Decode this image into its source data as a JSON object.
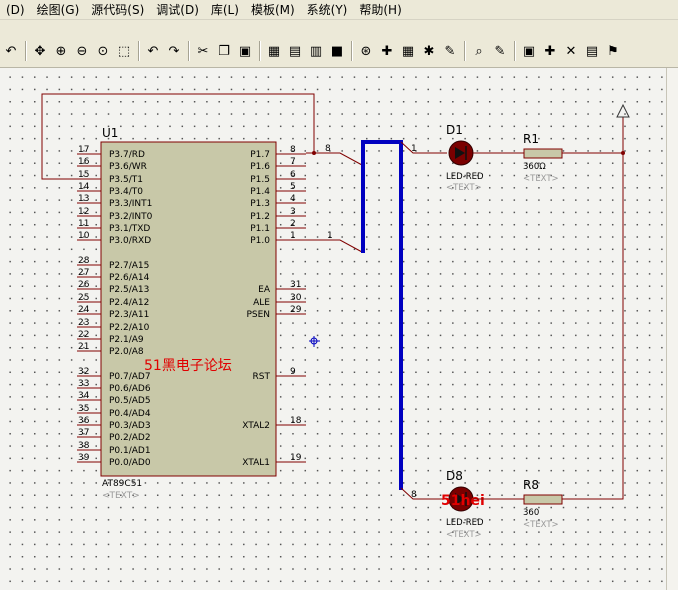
{
  "menu": [
    "(D)",
    "绘图(G)",
    "源代码(S)",
    "调试(D)",
    "库(L)",
    "模板(M)",
    "系统(Y)",
    "帮助(H)"
  ],
  "toolbar_icons": [
    "undo-arrow",
    "move-icon",
    "zoom-in-icon",
    "zoom-out-icon",
    "zoom-all-icon",
    "zoom-area-icon",
    "undo-icon",
    "redo-icon",
    "cut-icon",
    "copy-icon",
    "paste-icon",
    "block-copy-icon",
    "block-move-icon",
    "block-rotate-icon",
    "block-delete-icon",
    "pick-device-icon",
    "make-device-icon",
    "package-icon",
    "decompose-icon",
    "wire-autorouter-icon",
    "search-tag-icon",
    "property-assign-icon",
    "new-sheet-icon",
    "remove-sheet-icon",
    "bill-of-materials-icon",
    "netlist-icon",
    "design-rule-icon"
  ],
  "chip": {
    "ref": "U1",
    "part": "AT89C51",
    "text": "<TEXT>",
    "left_pins": [
      {
        "num": "17",
        "name": "P3.7/RD"
      },
      {
        "num": "16",
        "name": "P3.6/WR"
      },
      {
        "num": "15",
        "name": "P3.5/T1"
      },
      {
        "num": "14",
        "name": "P3.4/T0"
      },
      {
        "num": "13",
        "name": "P3.3/INT1"
      },
      {
        "num": "12",
        "name": "P3.2/INT0"
      },
      {
        "num": "11",
        "name": "P3.1/TXD"
      },
      {
        "num": "10",
        "name": "P3.0/RXD"
      },
      {
        "num": "28",
        "name": "P2.7/A15"
      },
      {
        "num": "27",
        "name": "P2.6/A14"
      },
      {
        "num": "26",
        "name": "P2.5/A13"
      },
      {
        "num": "25",
        "name": "P2.4/A12"
      },
      {
        "num": "24",
        "name": "P2.3/A11"
      },
      {
        "num": "23",
        "name": "P2.2/A10"
      },
      {
        "num": "22",
        "name": "P2.1/A9"
      },
      {
        "num": "21",
        "name": "P2.0/A8"
      },
      {
        "num": "32",
        "name": "P0.7/AD7"
      },
      {
        "num": "33",
        "name": "P0.6/AD6"
      },
      {
        "num": "34",
        "name": "P0.5/AD5"
      },
      {
        "num": "35",
        "name": "P0.4/AD4"
      },
      {
        "num": "36",
        "name": "P0.3/AD3"
      },
      {
        "num": "37",
        "name": "P0.2/AD2"
      },
      {
        "num": "38",
        "name": "P0.1/AD1"
      },
      {
        "num": "39",
        "name": "P0.0/AD0"
      }
    ],
    "right_pins": [
      {
        "num": "8",
        "name": "P1.7"
      },
      {
        "num": "7",
        "name": "P1.6"
      },
      {
        "num": "6",
        "name": "P1.5"
      },
      {
        "num": "5",
        "name": "P1.4"
      },
      {
        "num": "4",
        "name": "P1.3"
      },
      {
        "num": "3",
        "name": "P1.2"
      },
      {
        "num": "2",
        "name": "P1.1"
      },
      {
        "num": "1",
        "name": "P1.0"
      },
      {
        "num": "31",
        "name": "EA"
      },
      {
        "num": "30",
        "name": "ALE"
      },
      {
        "num": "29",
        "name": "PSEN"
      },
      {
        "num": "9",
        "name": "RST"
      },
      {
        "num": "18",
        "name": "XTAL2"
      },
      {
        "num": "19",
        "name": "XTAL1"
      }
    ]
  },
  "watermark": "51黑电子论坛",
  "bus_entries": {
    "top_left": "8",
    "bottom_left": "1",
    "top_right": "1",
    "bottom_right": "8"
  },
  "led1": {
    "ref": "D1",
    "value": "LED-RED",
    "text": "<TEXT>"
  },
  "led8": {
    "ref": "D8",
    "value": "LED-RED",
    "text": "<TEXT>",
    "overlay": "51hei"
  },
  "res1": {
    "ref": "R1",
    "value": "360Ω",
    "text": "<TEXT>"
  },
  "res8": {
    "ref": "R8",
    "value": "360",
    "text": "<TEXT>"
  },
  "colors": {
    "wire": "#800000",
    "bus": "#0000c0",
    "chip_fill": "#c8c8a8",
    "led_fill": "#7a0000",
    "watermark": "#e00000"
  }
}
